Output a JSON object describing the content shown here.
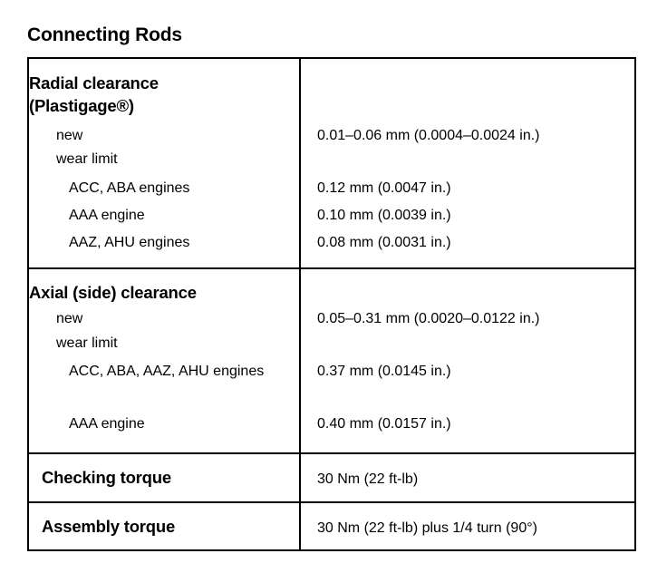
{
  "document": {
    "title": "Connecting Rods"
  },
  "table": {
    "sections": [
      {
        "id": "radial-clearance",
        "title_line_1": "Radial clearance",
        "title_line_2": "(Plastigage®)",
        "rows": [
          {
            "id": "new",
            "label": "new",
            "indent": 1,
            "value": "0.01–0.06 mm (0.0004–0.0024 in.)"
          },
          {
            "id": "wear-limit",
            "label": "wear limit",
            "indent": 1,
            "value": ""
          },
          {
            "id": "acc-aba",
            "label": "ACC, ABA engines",
            "indent": 2,
            "value": "0.12 mm (0.0047 in.)"
          },
          {
            "id": "aaa",
            "label": "AAA engine",
            "indent": 2,
            "value": "0.10 mm (0.0039 in.)"
          },
          {
            "id": "aaz-ahu",
            "label": "AAZ, AHU engines",
            "indent": 2,
            "value": "0.08 mm (0.0031 in.)"
          }
        ]
      },
      {
        "id": "axial-clearance",
        "title_line_1": "Axial (side) clearance",
        "title_line_2": "",
        "rows": [
          {
            "id": "new",
            "label": "new",
            "indent": 1,
            "value": "0.05–0.31 mm (0.0020–0.0122 in.)"
          },
          {
            "id": "wear-limit",
            "label": "wear limit",
            "indent": 1,
            "value": ""
          },
          {
            "id": "acc-aba-aaz-ahu",
            "label": "ACC, ABA, AAZ, AHU engines",
            "indent": 2,
            "value": "0.37 mm (0.0145 in.)"
          },
          {
            "id": "aaa",
            "label": "AAA engine",
            "indent": 2,
            "value": "0.40 mm (0.0157 in.)"
          }
        ]
      }
    ],
    "torque_rows": [
      {
        "id": "checking-torque",
        "label": "Checking torque",
        "value": "30 Nm (22 ft-lb)"
      },
      {
        "id": "assembly-torque",
        "label": "Assembly torque",
        "value": "30 Nm (22 ft-lb) plus 1/4 turn (90°)"
      }
    ]
  }
}
